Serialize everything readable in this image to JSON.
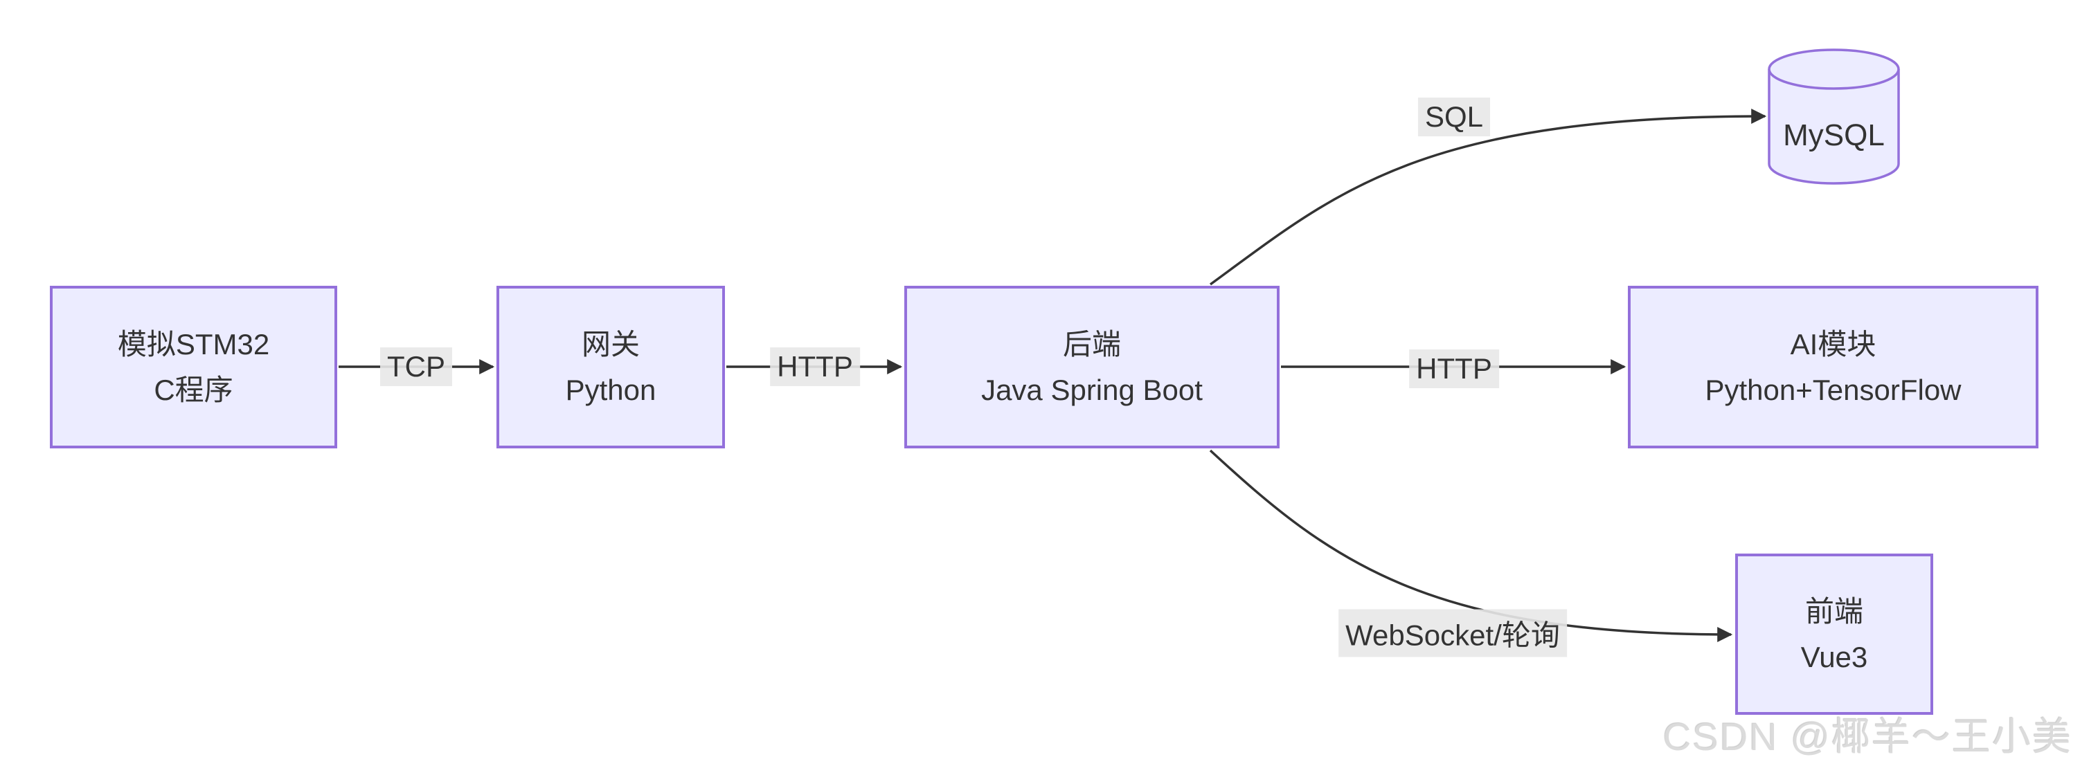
{
  "diagram": {
    "nodes": {
      "stm32": {
        "line1": "模拟STM32",
        "line2": "C程序"
      },
      "gateway": {
        "line1": "网关",
        "line2": "Python"
      },
      "backend": {
        "line1": "后端",
        "line2": "Java Spring Boot"
      },
      "ai_module": {
        "line1": "AI模块",
        "line2": "Python+TensorFlow"
      },
      "frontend": {
        "line1": "前端",
        "line2": "Vue3"
      },
      "database": {
        "label": "MySQL"
      }
    },
    "edge_labels": {
      "tcp": "TCP",
      "http_gateway_backend": "HTTP",
      "http_backend_ai": "HTTP",
      "sql": "SQL",
      "websocket": "WebSocket/轮询"
    },
    "colors": {
      "node_fill": "#ECECFF",
      "node_border": "#9370DB",
      "edge_line": "#333333",
      "edge_label_bg": "#e8e8e8",
      "text": "#333333",
      "watermark": "#dbdbdb"
    }
  },
  "watermark": {
    "text": "CSDN @椰羊～王小美"
  }
}
